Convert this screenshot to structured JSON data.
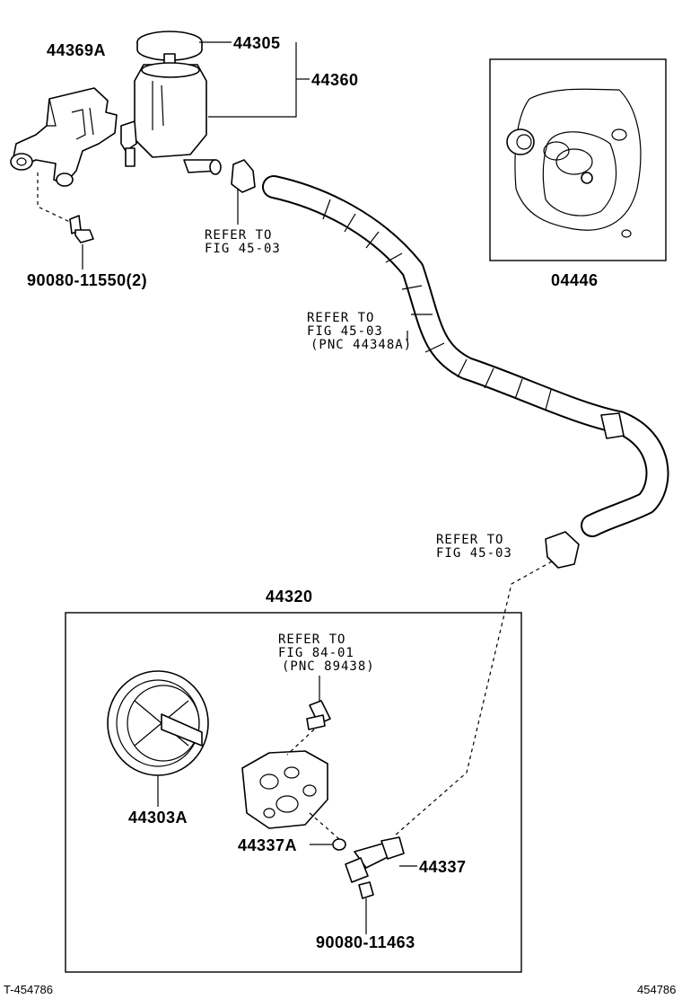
{
  "labels": {
    "p44369A": "44369A",
    "p44305": "44305",
    "p44360": "44360",
    "p90080_11550": "90080-11550(2)",
    "p04446": "04446",
    "p44320": "44320",
    "p44303A": "44303A",
    "p44337A": "44337A",
    "p44337": "44337",
    "p90080_11463": "90080-11463"
  },
  "refs": {
    "ref1": {
      "line1": "REFER TO",
      "line2": "FIG 45-03"
    },
    "ref2": {
      "line1": "REFER TO",
      "line2": "FIG 45-03",
      "line3": "(PNC 44348A)"
    },
    "ref3": {
      "line1": "REFER TO",
      "line2": "FIG 45-03"
    },
    "ref4": {
      "line1": "REFER TO",
      "line2": "FIG 84-01",
      "line3": "(PNC 89438)"
    }
  },
  "footer": {
    "left": "T-454786",
    "right": "454786"
  }
}
